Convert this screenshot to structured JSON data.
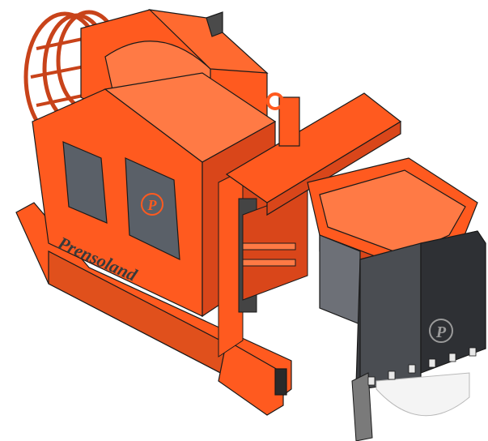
{
  "machine": {
    "brand_text": "Prensoland",
    "door_logo": "P",
    "blade_logo": "P"
  },
  "colors": {
    "body_orange": "#ff5a1f",
    "body_orange_dark": "#d9461a",
    "body_orange_light": "#ff7a45",
    "outline": "#1a1a1a",
    "door_grey": "#5a6068",
    "blade_dark": "#3a3c40",
    "blade_grey": "#6d7077",
    "disc_white": "#f4f4f4"
  }
}
